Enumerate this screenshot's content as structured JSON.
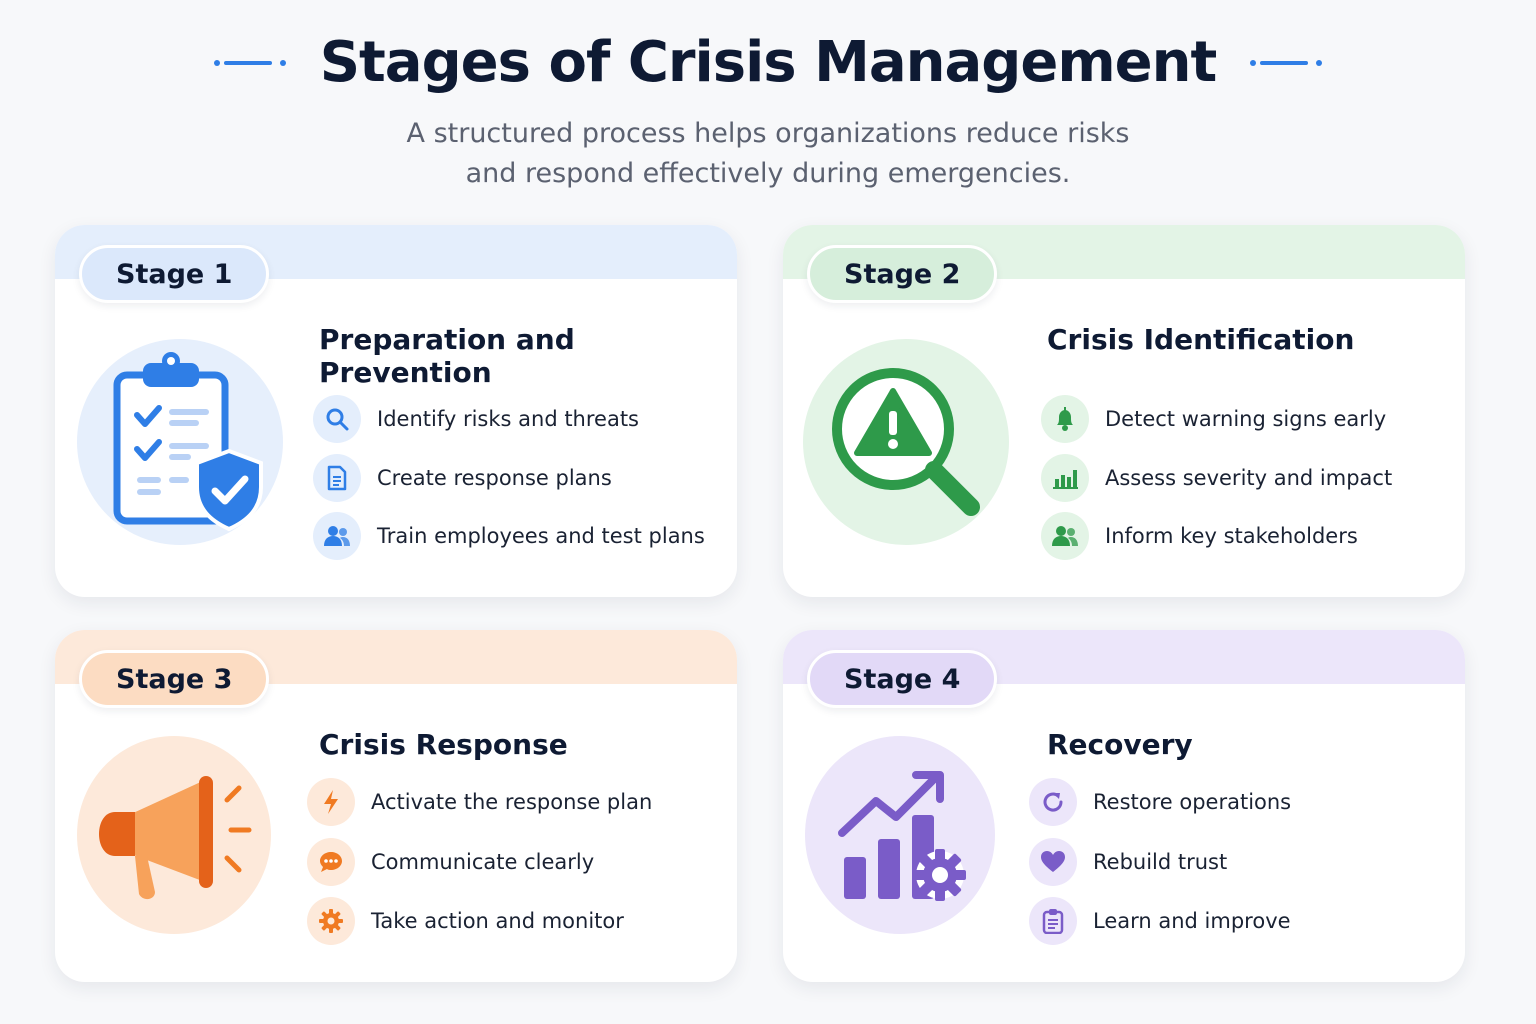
{
  "header": {
    "title": "Stages of Crisis Management",
    "subtitle_line1": "A structured process helps organizations reduce risks",
    "subtitle_line2": "and respond effectively during emergencies."
  },
  "colors": {
    "accent": "#2f7ee6",
    "stage1": "#2f7ee6",
    "stage2": "#2e9a4a",
    "stage3": "#f07a22",
    "stage4": "#7a5cc8"
  },
  "stages": [
    {
      "badge": "Stage 1",
      "title": "Preparation and Prevention",
      "hero_icon": "clipboard-shield-icon",
      "items": [
        {
          "icon": "search-icon",
          "text": "Identify risks and threats"
        },
        {
          "icon": "document-icon",
          "text": "Create response plans"
        },
        {
          "icon": "people-icon",
          "text": "Train employees and test plans"
        }
      ]
    },
    {
      "badge": "Stage 2",
      "title": "Crisis Identification",
      "hero_icon": "magnifier-warning-icon",
      "items": [
        {
          "icon": "bell-icon",
          "text": "Detect warning signs early"
        },
        {
          "icon": "bar-chart-icon",
          "text": "Assess severity and impact"
        },
        {
          "icon": "people-icon",
          "text": "Inform key stakeholders"
        }
      ]
    },
    {
      "badge": "Stage 3",
      "title": "Crisis Response",
      "hero_icon": "megaphone-icon",
      "items": [
        {
          "icon": "lightning-icon",
          "text": "Activate the response plan"
        },
        {
          "icon": "chat-bubble-icon",
          "text": "Communicate clearly"
        },
        {
          "icon": "gear-icon",
          "text": "Take action and monitor"
        }
      ]
    },
    {
      "badge": "Stage 4",
      "title": "Recovery",
      "hero_icon": "growth-chart-gear-icon",
      "items": [
        {
          "icon": "refresh-icon",
          "text": "Restore operations"
        },
        {
          "icon": "heart-icon",
          "text": "Rebuild trust"
        },
        {
          "icon": "clipboard-icon",
          "text": "Learn and improve"
        }
      ]
    }
  ]
}
